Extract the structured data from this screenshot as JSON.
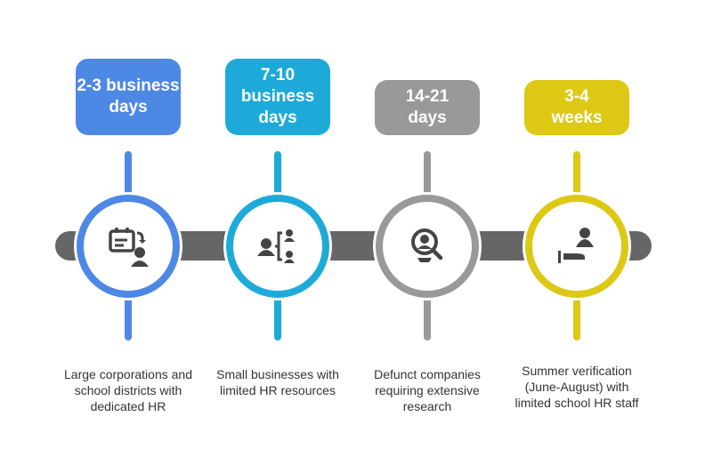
{
  "steps": [
    {
      "time": "2-3 business days",
      "desc": "Large corporations and school districts with dedicated HR",
      "icon": "calendar-person-icon",
      "color": "#4E88E5"
    },
    {
      "time": "7-10 business days",
      "desc": "Small businesses with limited HR resources",
      "icon": "people-hierarchy-icon",
      "color": "#1EAAD9"
    },
    {
      "time": "14-21 days",
      "desc": "Defunct companies requiring extensive research",
      "icon": "person-search-icon",
      "color": "#999999"
    },
    {
      "time": "3-4 weeks",
      "desc": "Summer verification (June-August) with limited school HR staff",
      "icon": "person-desk-icon",
      "color": "#DDC816"
    }
  ],
  "bar_color": "#666666"
}
